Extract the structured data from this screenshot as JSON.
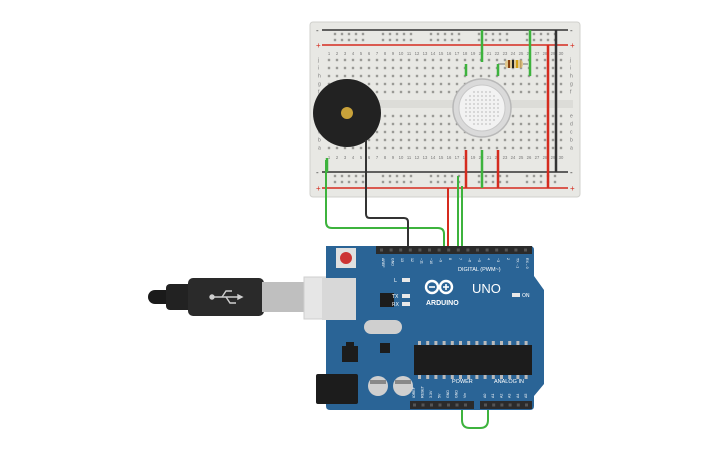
{
  "canvas": {
    "background": "#ffffff"
  },
  "breadboard": {
    "rail_plus": "+",
    "rail_minus": "-",
    "row_letters_top": [
      "j",
      "i",
      "h",
      "g",
      "f"
    ],
    "row_letters_bottom": [
      "e",
      "d",
      "c",
      "b",
      "a"
    ],
    "column_numbers": [
      "1",
      "2",
      "3",
      "4",
      "5",
      "6",
      "7",
      "8",
      "9",
      "10",
      "11",
      "12",
      "13",
      "14",
      "15",
      "16",
      "17",
      "18",
      "19",
      "20",
      "21",
      "22",
      "23",
      "24",
      "25",
      "26",
      "27",
      "28",
      "29",
      "30"
    ],
    "colors": {
      "body": "#e8e8e4",
      "rail_red": "#d52b1e",
      "rail_black": "#333333",
      "hole": "#9a9a96"
    }
  },
  "arduino": {
    "brand": "ARDUINO",
    "model": "UNO",
    "digital_label": "DIGITAL (PWM~)",
    "power_label": "POWER",
    "analog_label": "ANALOG IN",
    "on_label": "ON",
    "tx_label": "TX",
    "rx_label": "RX",
    "l_label": "L",
    "header_digital_pins": [
      "AREF",
      "GND",
      "13",
      "12",
      "~11",
      "~10",
      "~9",
      "8",
      "7",
      "~6",
      "~5",
      "4",
      "~3",
      "2",
      "TX→1",
      "RX←0"
    ],
    "header_power_pins": [
      "IOREF",
      "RESET",
      "3.3V",
      "5V",
      "GND",
      "GND",
      "Vin"
    ],
    "header_analog_pins": [
      "A0",
      "A1",
      "A2",
      "A3",
      "A4",
      "A5"
    ],
    "colors": {
      "board": "#2a6496",
      "header": "#2b2b2b",
      "logo": "#ffffff"
    }
  },
  "components": {
    "buzzer": {
      "type": "piezo-buzzer",
      "color": "#222222",
      "center_color": "#c9a23a"
    },
    "sensor": {
      "type": "gas-sensor",
      "color": "#cfcfcf"
    },
    "resistor": {
      "type": "resistor",
      "bands": [
        "#8b4513",
        "#222222",
        "#d4a017",
        "#c0a060"
      ]
    }
  },
  "wires": {
    "green": "#3db33d",
    "red": "#d52b1e",
    "black": "#333333"
  }
}
